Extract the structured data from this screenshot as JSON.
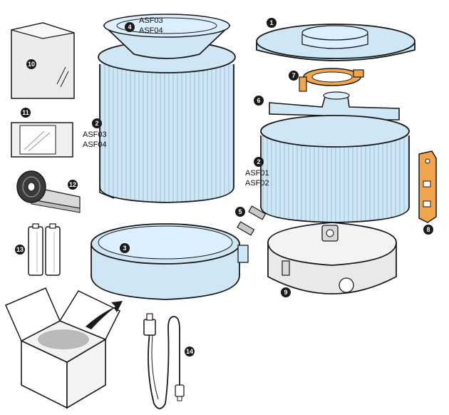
{
  "colors": {
    "part_fill": "#cfe6f5",
    "outline": "#1a1a1a",
    "base_fill": "#e9e9ea",
    "accent_part": "#f2a54a",
    "box_fill": "#f2f2f2"
  },
  "callouts": {
    "n1": "1",
    "n2a": "2",
    "n2b": "2",
    "n3": "3",
    "n4": "4",
    "n5": "5",
    "n6": "6",
    "n7": "7",
    "n8": "8",
    "n9": "9",
    "n10": "10",
    "n11": "11",
    "n12": "12",
    "n13": "13",
    "n14": "14"
  },
  "codes": {
    "bowl": [
      "ASF03",
      "ASF04"
    ],
    "filter_left": [
      "ASF03",
      "ASF04"
    ],
    "filter_right": [
      "ASF01",
      "ASF02"
    ]
  }
}
